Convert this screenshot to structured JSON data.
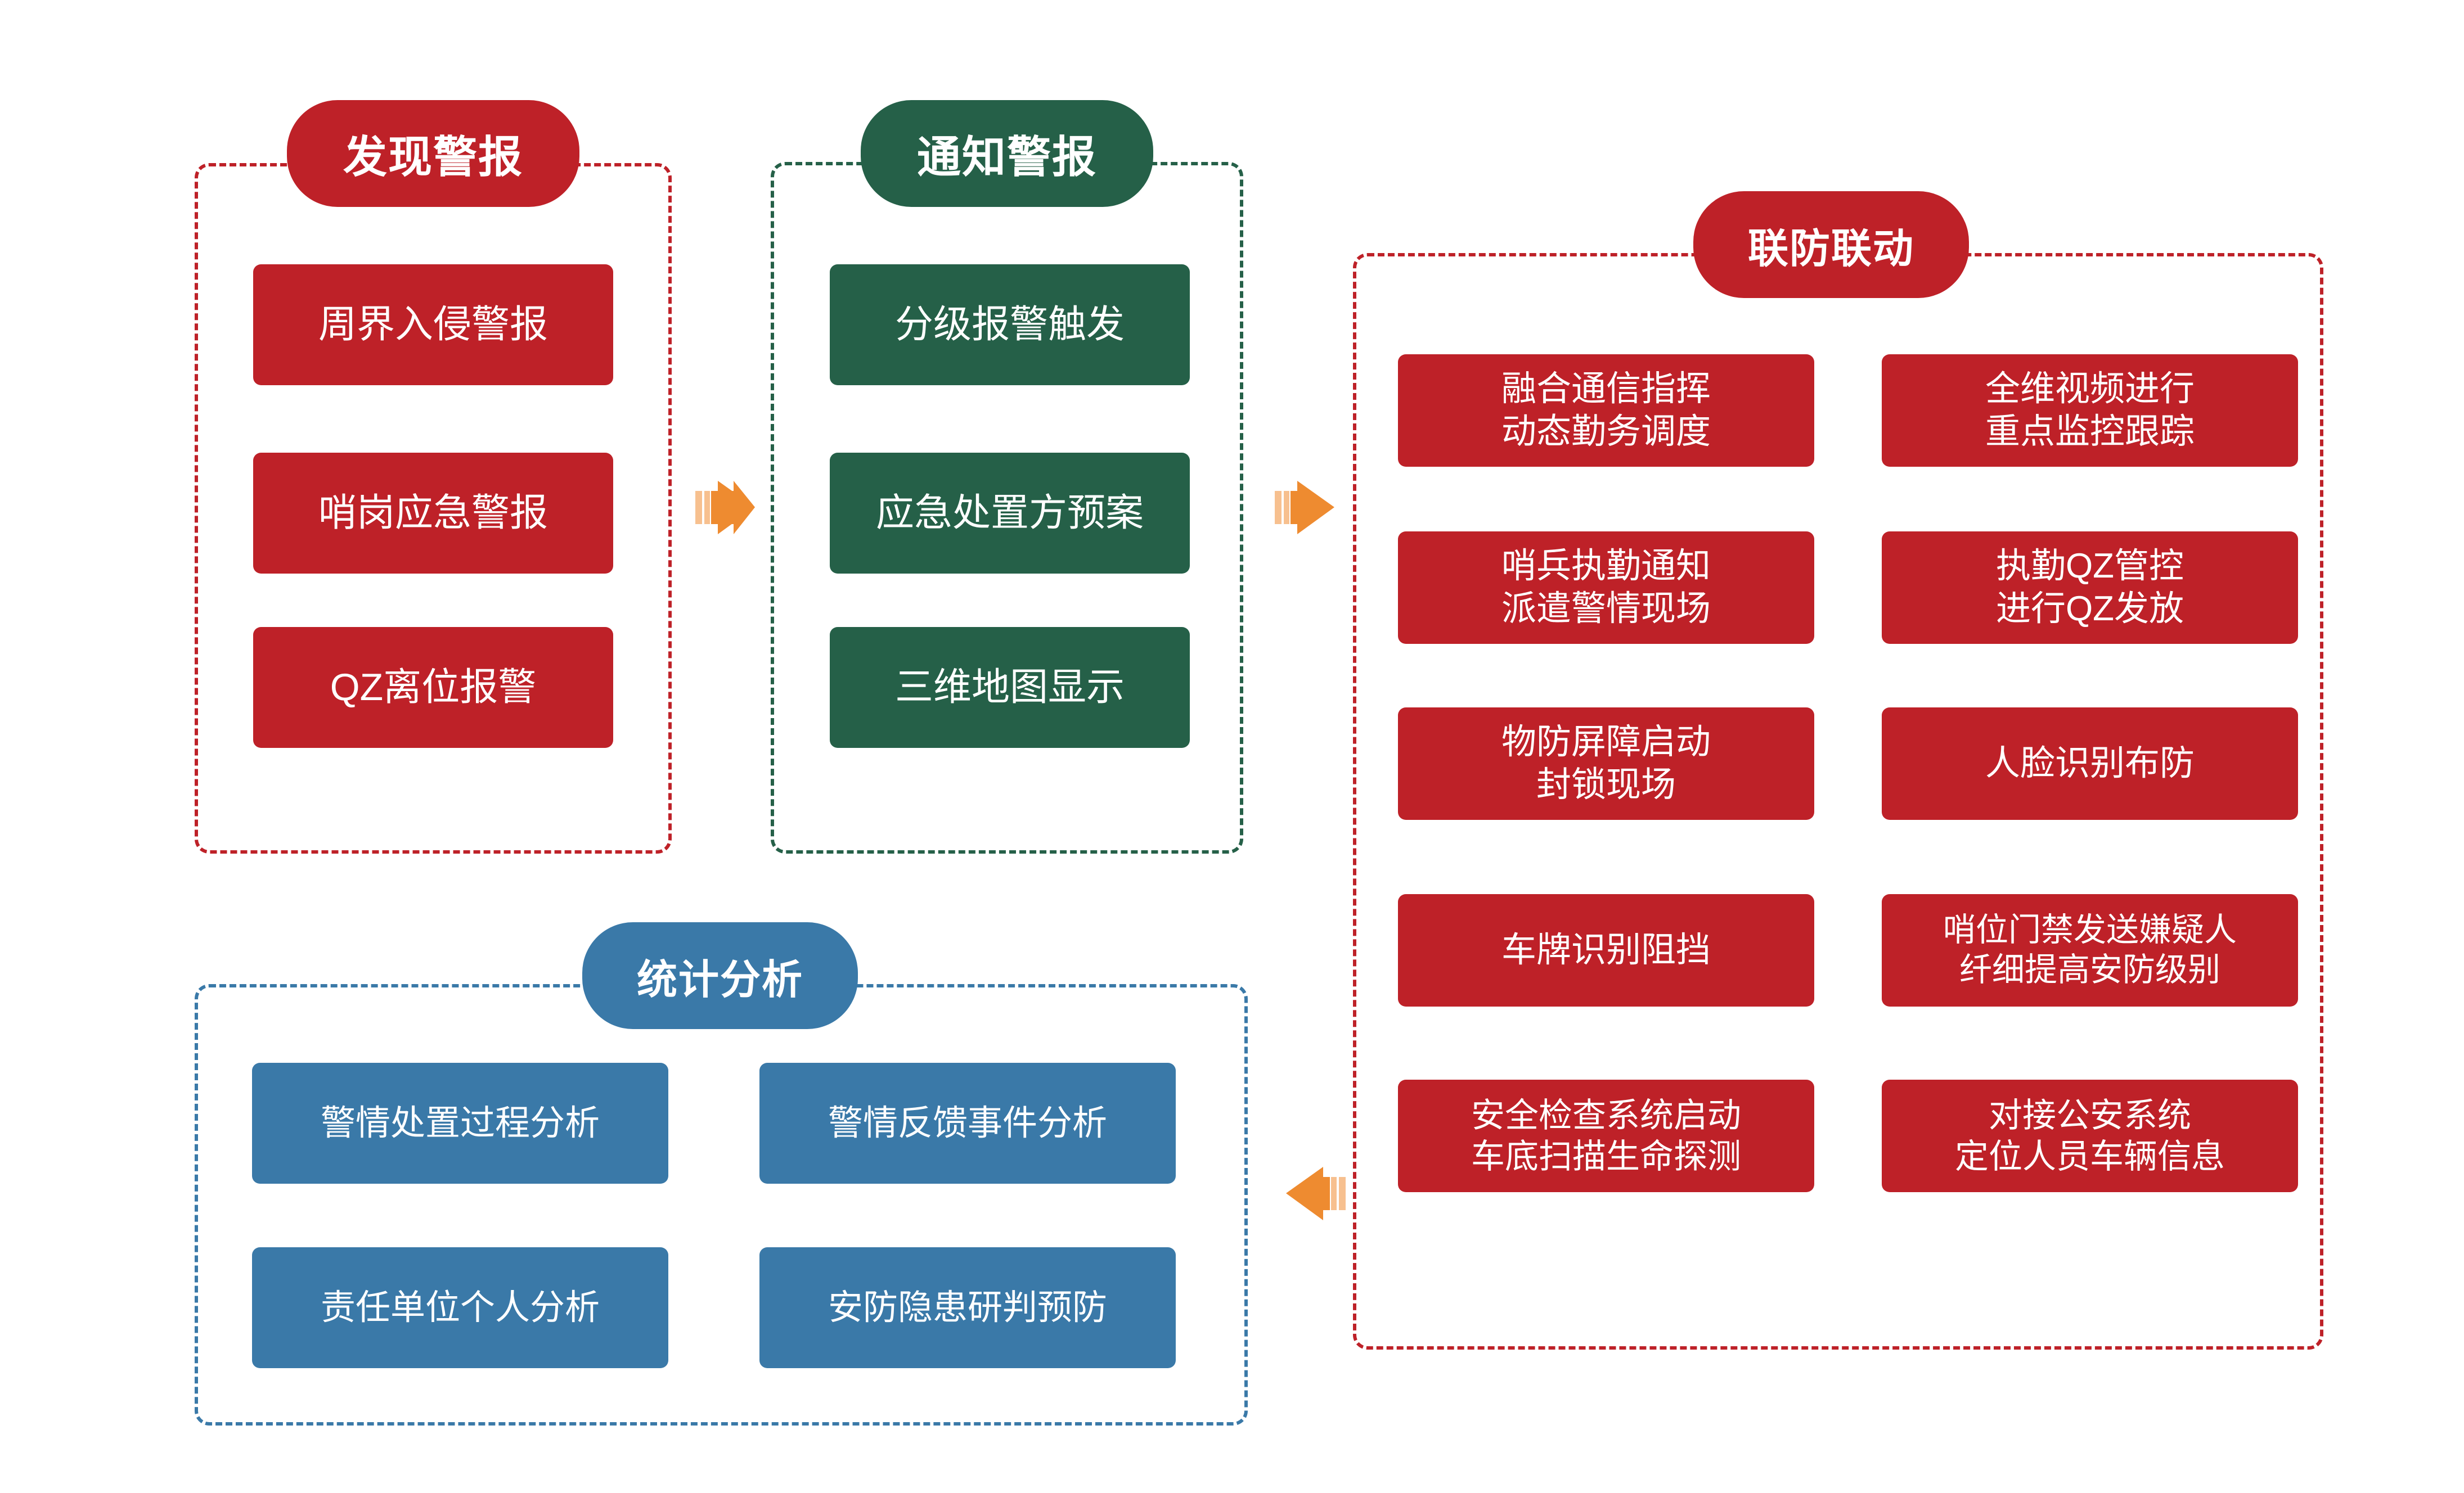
{
  "diagram": {
    "title_hidden": "",
    "colors": {
      "red": "#BE2128",
      "green": "#256048",
      "blue": "#3A79A8",
      "arrow_orange": "#EE8B30",
      "arrow_orange_light": "#F7C08F",
      "background": "#FFFFFF",
      "text": "#FFFFFF"
    },
    "groups": [
      {
        "id": "discover-alarm",
        "title": "发现警报",
        "color": "red",
        "items": [
          {
            "lines": [
              "周界入侵警报"
            ]
          },
          {
            "lines": [
              "哨岗应急警报"
            ]
          },
          {
            "lines": [
              "QZ离位报警"
            ]
          }
        ]
      },
      {
        "id": "notify-alarm",
        "title": "通知警报",
        "color": "green",
        "items": [
          {
            "lines": [
              "分级报警触发"
            ]
          },
          {
            "lines": [
              "应急处置方预案"
            ]
          },
          {
            "lines": [
              "三维地图显示"
            ]
          }
        ]
      },
      {
        "id": "joint-defense",
        "title": "联防联动",
        "color": "red",
        "items_left": [
          {
            "lines": [
              "融合通信指挥",
              "动态勤务调度"
            ]
          },
          {
            "lines": [
              "哨兵执勤通知",
              "派遣警情现场"
            ]
          },
          {
            "lines": [
              "物防屏障启动",
              "封锁现场"
            ]
          },
          {
            "lines": [
              "车牌识别阻挡"
            ]
          },
          {
            "lines": [
              "安全检查系统启动",
              "车底扫描生命探测"
            ]
          }
        ],
        "items_right": [
          {
            "lines": [
              "全维视频进行",
              "重点监控跟踪"
            ]
          },
          {
            "lines": [
              "执勤QZ管控",
              "进行QZ发放"
            ]
          },
          {
            "lines": [
              "人脸识别布防"
            ]
          },
          {
            "lines": [
              "哨位门禁发送嫌疑人",
              "纤细提高安防级别"
            ]
          },
          {
            "lines": [
              "对接公安系统",
              "定位人员车辆信息"
            ]
          }
        ]
      },
      {
        "id": "statistics-analysis",
        "title": "统计分析",
        "color": "blue",
        "items_left": [
          {
            "lines": [
              "警情处置过程分析"
            ]
          },
          {
            "lines": [
              "责任单位个人分析"
            ]
          }
        ],
        "items_right": [
          {
            "lines": [
              "警情反馈事件分析"
            ]
          },
          {
            "lines": [
              "安防隐患研判预防"
            ]
          }
        ]
      }
    ],
    "arrows": [
      {
        "id": "arrow-discover-to-notify",
        "direction": "right"
      },
      {
        "id": "arrow-notify-to-joint",
        "direction": "right"
      },
      {
        "id": "arrow-joint-to-statistics",
        "direction": "left"
      }
    ]
  }
}
